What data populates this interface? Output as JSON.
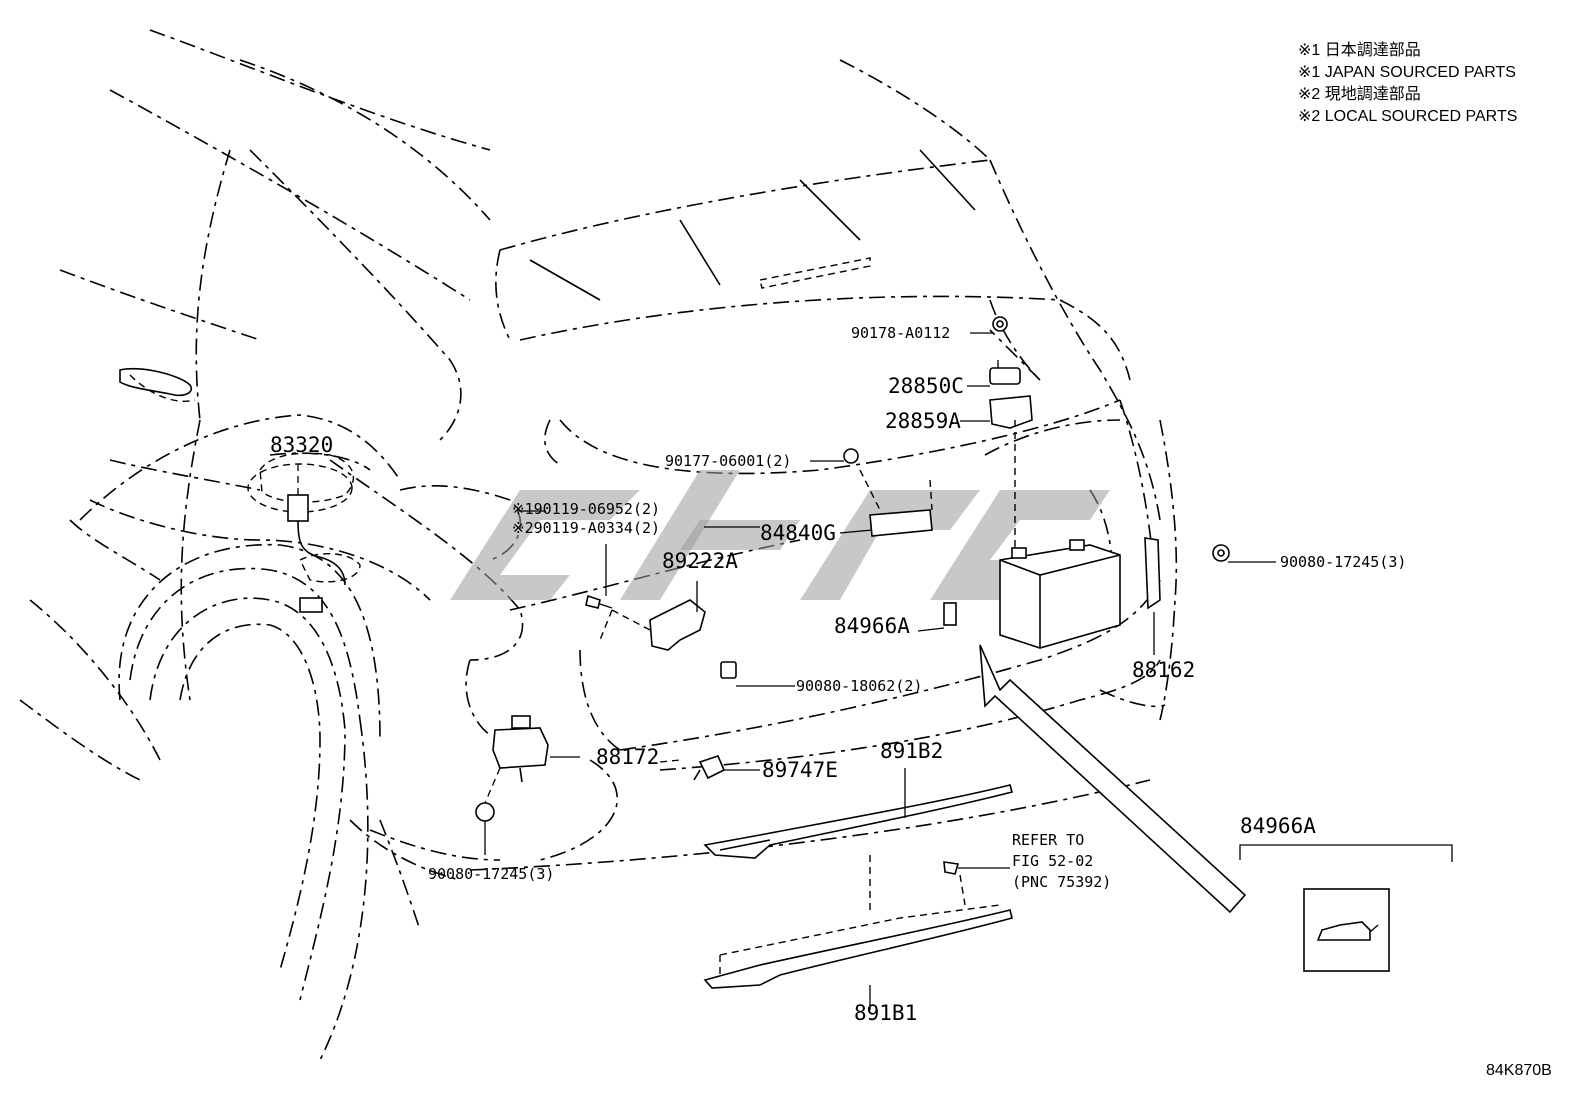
{
  "notes": [
    "※1 日本調達部品",
    "※1 JAPAN SOURCED PARTS",
    "※2 現地調達部品",
    "※2 LOCAL SOURCED PARTS"
  ],
  "parts": {
    "p90178": "90178-A0112",
    "p28850c": "28850C",
    "p28859a": "28859A",
    "p90177": "90177-06001(2)",
    "p83320": "83320",
    "p90119_1": "※190119-06952(2)",
    "p90119_2": "※290119-A0334(2)",
    "p84840g": "84840G",
    "p89222a": "89222A",
    "p84966a": "84966A",
    "p90080_17245_right": "90080-17245(3)",
    "p88162": "88162",
    "p90080_18062": "90080-18062(2)",
    "p88172": "88172",
    "p89747e": "89747E",
    "p891b2": "891B2",
    "p90080_17245_bottom": "90080-17245(3)",
    "p891b1": "891B1"
  },
  "refer": [
    "REFER TO",
    "FIG 52-02",
    "(PNC 75392)"
  ],
  "inset_label": "84966A",
  "figure_code": "84K870B"
}
